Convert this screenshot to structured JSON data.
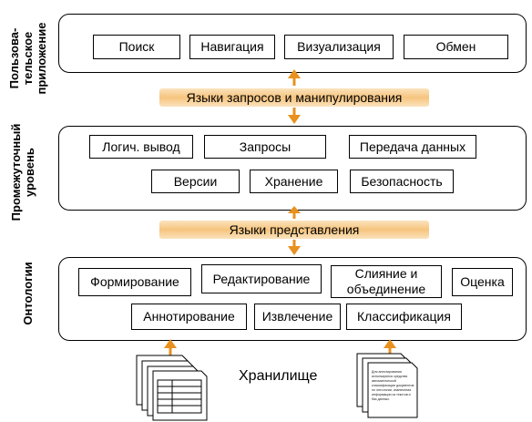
{
  "layers": {
    "user_app": {
      "label": "Пользова-\nтельское\nприложение",
      "boxes": [
        "Поиск",
        "Навигация",
        "Визуализация",
        "Обмен"
      ]
    },
    "middle": {
      "label": "Промежуточный\nуровень",
      "row1": [
        "Логич. вывод",
        "Запросы",
        "Передача данных"
      ],
      "row2": [
        "Версии",
        "Хранение",
        "Безопасность"
      ]
    },
    "ontologies": {
      "label": "Онтологии",
      "row1": [
        "Формирование",
        "Редактирование",
        "Слияние и\nобъединение",
        "Оценка"
      ],
      "row2": [
        "Аннотирование",
        "Извлечение",
        "Классификация"
      ]
    }
  },
  "languages": {
    "query": "Языки запросов и манипулирования",
    "representation": "Языки представления"
  },
  "storage": {
    "label": "Хранилище",
    "doc_text": "Для аннотирования используются средства автоматической классификации документов по онтологии, извлечения информации из текстов и баз данных."
  },
  "colors": {
    "arrow": "#e8911f",
    "lang_band": "#f6c47e"
  }
}
